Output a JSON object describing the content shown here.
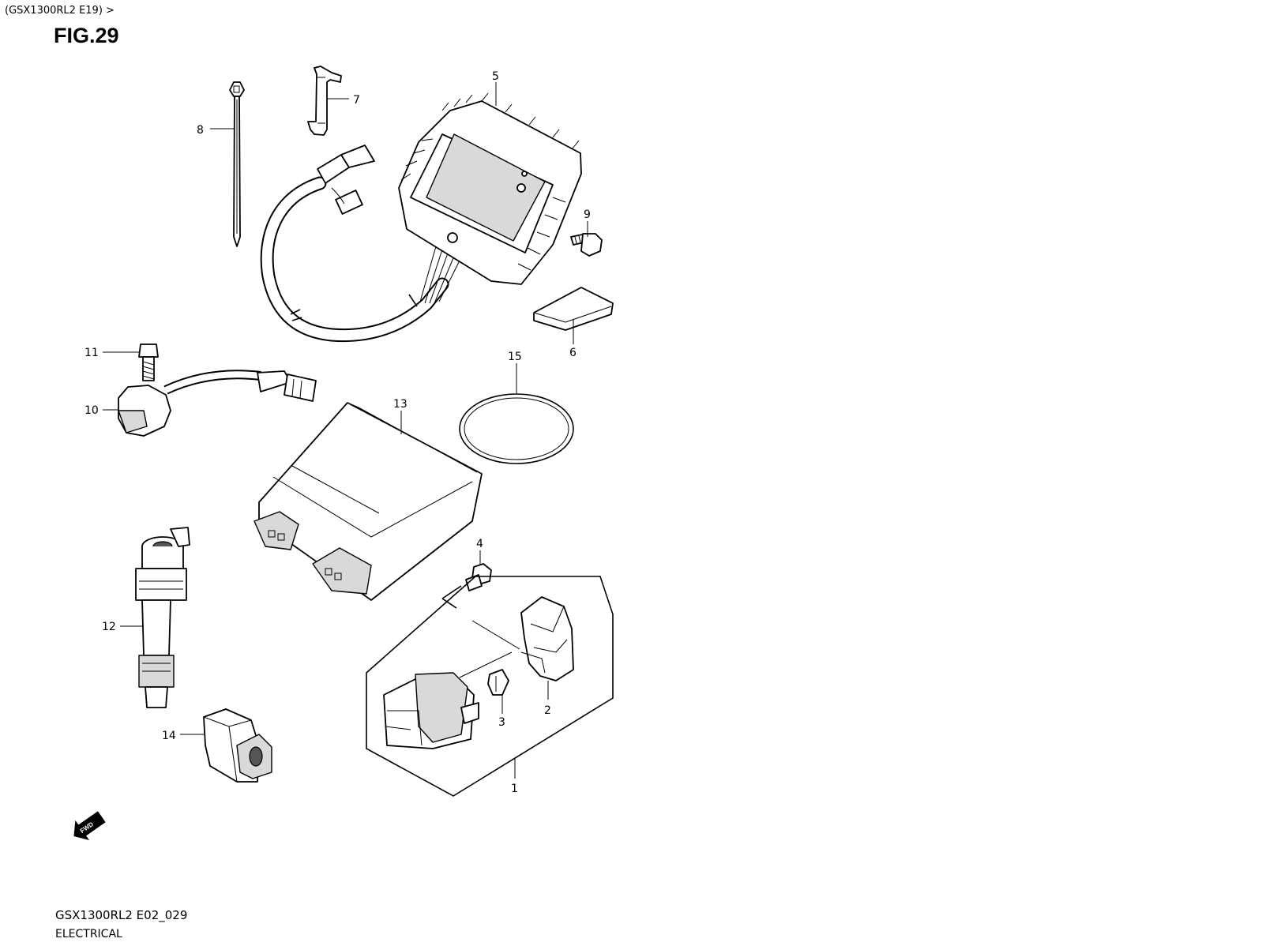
{
  "header": {
    "breadcrumb": "(GSX1300RL2 E19) >",
    "figure_title": "FIG.29"
  },
  "footer": {
    "diagram_code": "GSX1300RL2 E02_029",
    "section_name": "ELECTRICAL"
  },
  "direction_arrow": {
    "label": "FWD",
    "icon": "fwd-arrow-icon"
  },
  "callouts": [
    {
      "number": "1"
    },
    {
      "number": "2"
    },
    {
      "number": "3"
    },
    {
      "number": "4"
    },
    {
      "number": "5"
    },
    {
      "number": "6"
    },
    {
      "number": "7"
    },
    {
      "number": "8"
    },
    {
      "number": "9"
    },
    {
      "number": "10"
    },
    {
      "number": "11"
    },
    {
      "number": "12"
    },
    {
      "number": "13"
    },
    {
      "number": "14"
    },
    {
      "number": "15"
    }
  ]
}
